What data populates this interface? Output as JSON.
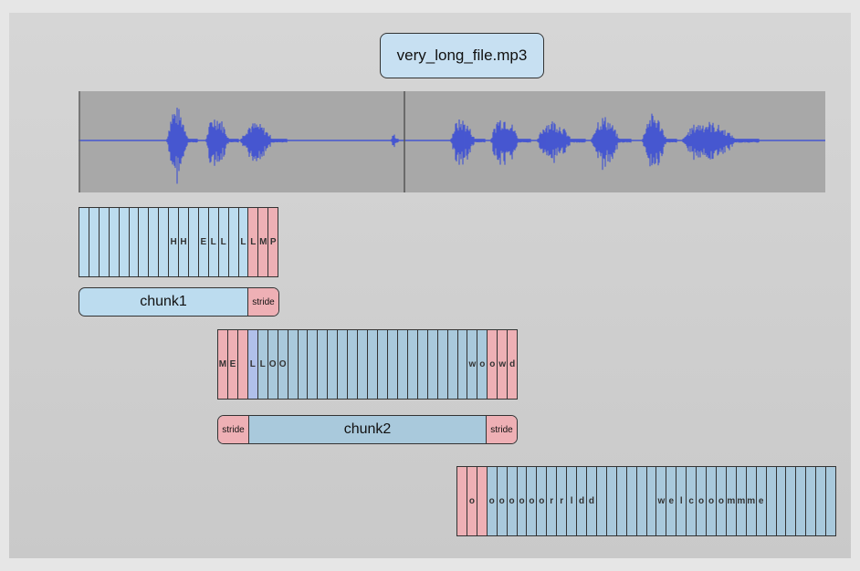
{
  "title": "very_long_file.mp3",
  "colors": {
    "chunk": "#bcdcef",
    "stride": "#eeb0b5",
    "waveform": "#4657d0",
    "waveform_bg": "#a8a8a8"
  },
  "chunk1": {
    "cells": [
      "",
      "",
      "",
      "",
      "",
      "",
      "",
      "",
      "",
      "H",
      "H",
      "",
      "E",
      "L",
      "L",
      "",
      "L",
      "L",
      "M",
      "P"
    ],
    "types": [
      "b",
      "b",
      "b",
      "b",
      "b",
      "b",
      "b",
      "b",
      "b",
      "b",
      "b",
      "b",
      "b",
      "b",
      "b",
      "b",
      "b",
      "r",
      "r",
      "r"
    ],
    "label": "chunk1",
    "stride_right": "stride"
  },
  "chunk2": {
    "cells": [
      "M",
      "E",
      "",
      "L",
      "L",
      "O",
      "O",
      "",
      "",
      "",
      "",
      "",
      "",
      "",
      "",
      "",
      "",
      "",
      "",
      "",
      "",
      "",
      "",
      "",
      "",
      "w",
      "o",
      "o",
      "w",
      "d"
    ],
    "types": [
      "r",
      "r",
      "r",
      "p",
      "b",
      "b",
      "b",
      "b",
      "b",
      "b",
      "b",
      "b",
      "b",
      "b",
      "b",
      "b",
      "b",
      "b",
      "b",
      "b",
      "b",
      "b",
      "b",
      "b",
      "b",
      "b",
      "b",
      "r",
      "r",
      "r"
    ],
    "label": "chunk2",
    "stride_left": "stride",
    "stride_right": "stride"
  },
  "chunk3": {
    "cells": [
      "",
      "o",
      "",
      "o",
      "o",
      "o",
      "o",
      "o",
      "o",
      "r",
      "r",
      "l",
      "d",
      "d",
      "",
      "",
      "",
      "",
      "",
      "",
      "w",
      "e",
      "l",
      "c",
      "o",
      "o",
      "o",
      "m",
      "m",
      "m",
      "e",
      "",
      "",
      "",
      "",
      "",
      "",
      ""
    ],
    "types": [
      "r",
      "r",
      "r",
      "b",
      "b",
      "b",
      "b",
      "b",
      "b",
      "b",
      "b",
      "b",
      "b",
      "b",
      "b",
      "b",
      "b",
      "b",
      "b",
      "b",
      "b",
      "b",
      "b",
      "b",
      "b",
      "b",
      "b",
      "b",
      "b",
      "b",
      "b",
      "b",
      "b",
      "b",
      "b",
      "b",
      "b",
      "b"
    ]
  }
}
